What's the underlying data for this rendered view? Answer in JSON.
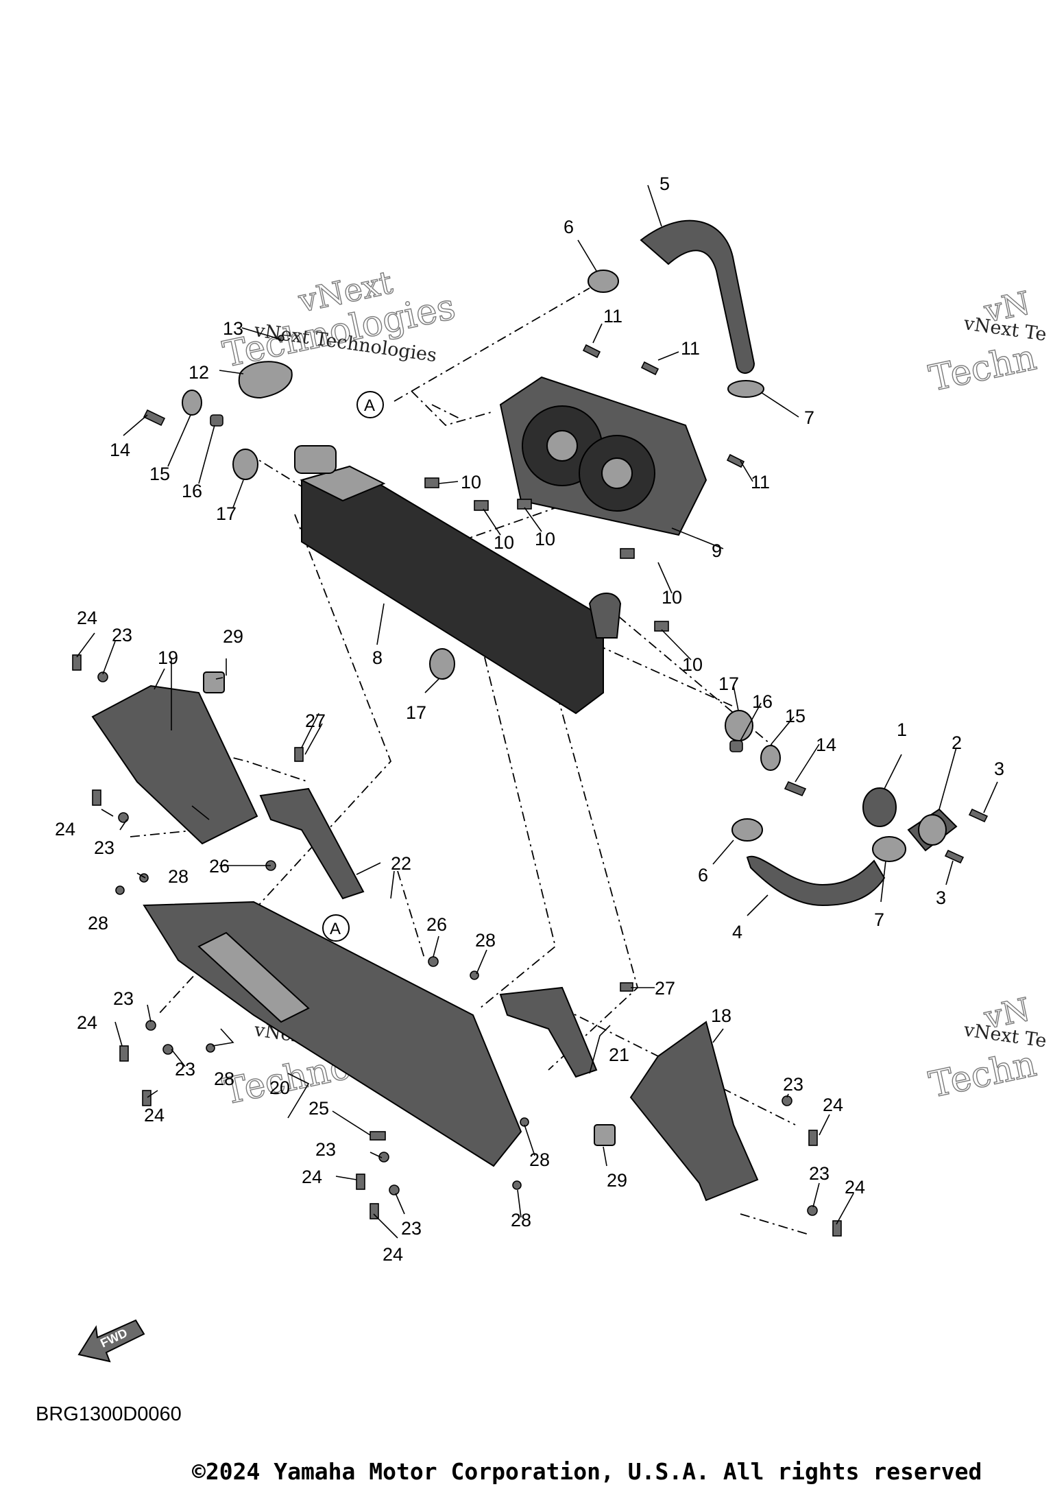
{
  "diagram": {
    "drawing_code": "BRG1300D0060",
    "copyright": "©2024 Yamaha Motor Corporation, U.S.A. All rights reserved",
    "direction_badge": "FWD",
    "reference_letter": "A",
    "watermark": {
      "line1": "vNext",
      "line2": "Technologies",
      "inline": "vNext Technologies",
      "partial_inline": "vNext Te",
      "partial_line1": "vN",
      "partial_line2": "Techn"
    },
    "part_labels": [
      "1",
      "2",
      "3",
      "4",
      "5",
      "6",
      "7",
      "8",
      "9",
      "10",
      "11",
      "12",
      "13",
      "14",
      "15",
      "16",
      "17",
      "18",
      "19",
      "20",
      "21",
      "22",
      "23",
      "24",
      "25",
      "26",
      "27",
      "28",
      "29"
    ]
  }
}
